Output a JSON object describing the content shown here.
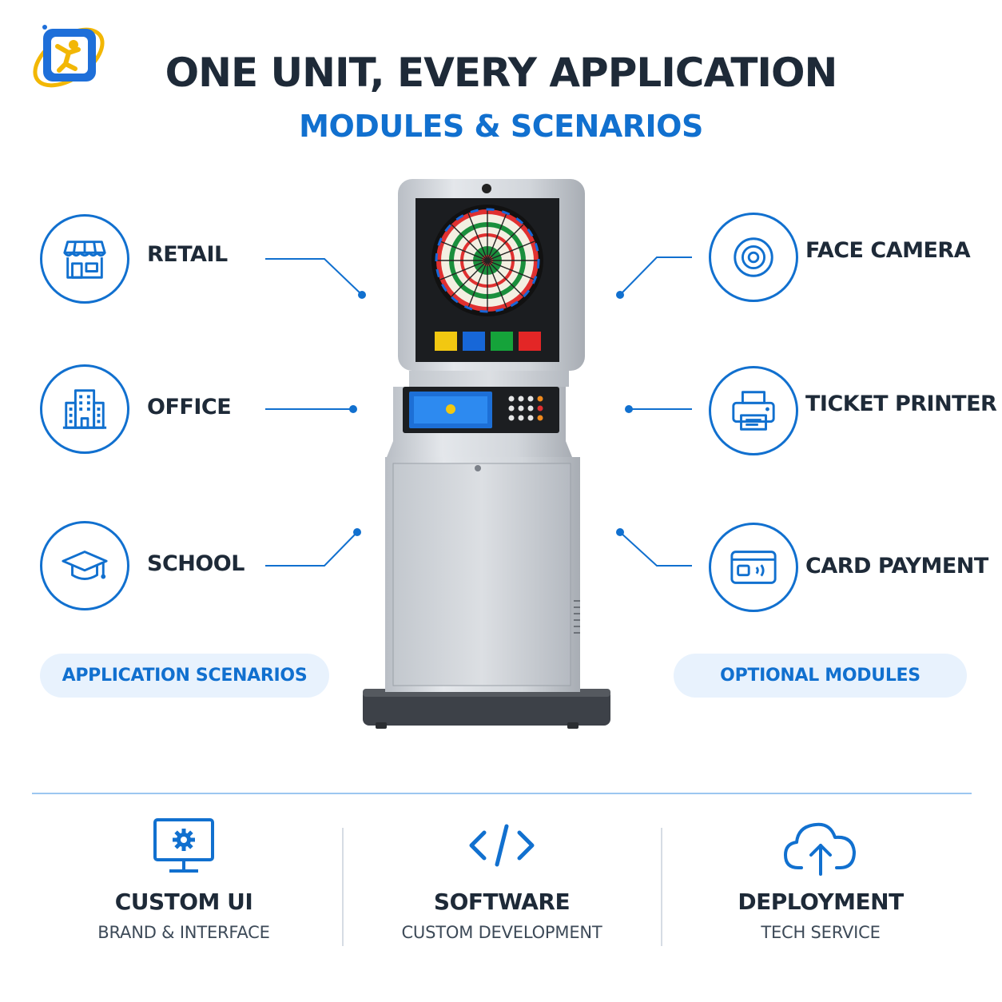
{
  "header": {
    "title": "ONE UNIT, EVERY APPLICATION",
    "subtitle": "MODULES & SCENARIOS"
  },
  "colors": {
    "accent": "#1170cf",
    "heading": "#1e2a38",
    "pill_bg": "#e8f2fd"
  },
  "scenarios": {
    "items": [
      {
        "label": "RETAIL",
        "icon": "storefront-icon"
      },
      {
        "label": "OFFICE",
        "icon": "office-building-icon"
      },
      {
        "label": "SCHOOL",
        "icon": "graduation-cap-icon"
      }
    ],
    "section_label": "APPLICATION SCENARIOS"
  },
  "modules": {
    "items": [
      {
        "label": "FACE CAMERA",
        "icon": "camera-lens-icon"
      },
      {
        "label": "TICKET PRINTER",
        "icon": "printer-icon"
      },
      {
        "label": "CARD PAYMENT",
        "icon": "contactless-card-icon"
      }
    ],
    "section_label": "OPTIONAL MODULES"
  },
  "kiosk": {
    "screen_buttons": [
      "#f2c811",
      "#1767d8",
      "#15a33a",
      "#e32626"
    ]
  },
  "features": [
    {
      "title": "CUSTOM UI",
      "subtitle": "BRAND & INTERFACE",
      "icon": "monitor-gear-icon"
    },
    {
      "title": "SOFTWARE",
      "subtitle": "CUSTOM DEVELOPMENT",
      "icon": "code-brackets-icon"
    },
    {
      "title": "DEPLOYMENT",
      "subtitle": "TECH SERVICE",
      "icon": "cloud-upload-icon"
    }
  ]
}
